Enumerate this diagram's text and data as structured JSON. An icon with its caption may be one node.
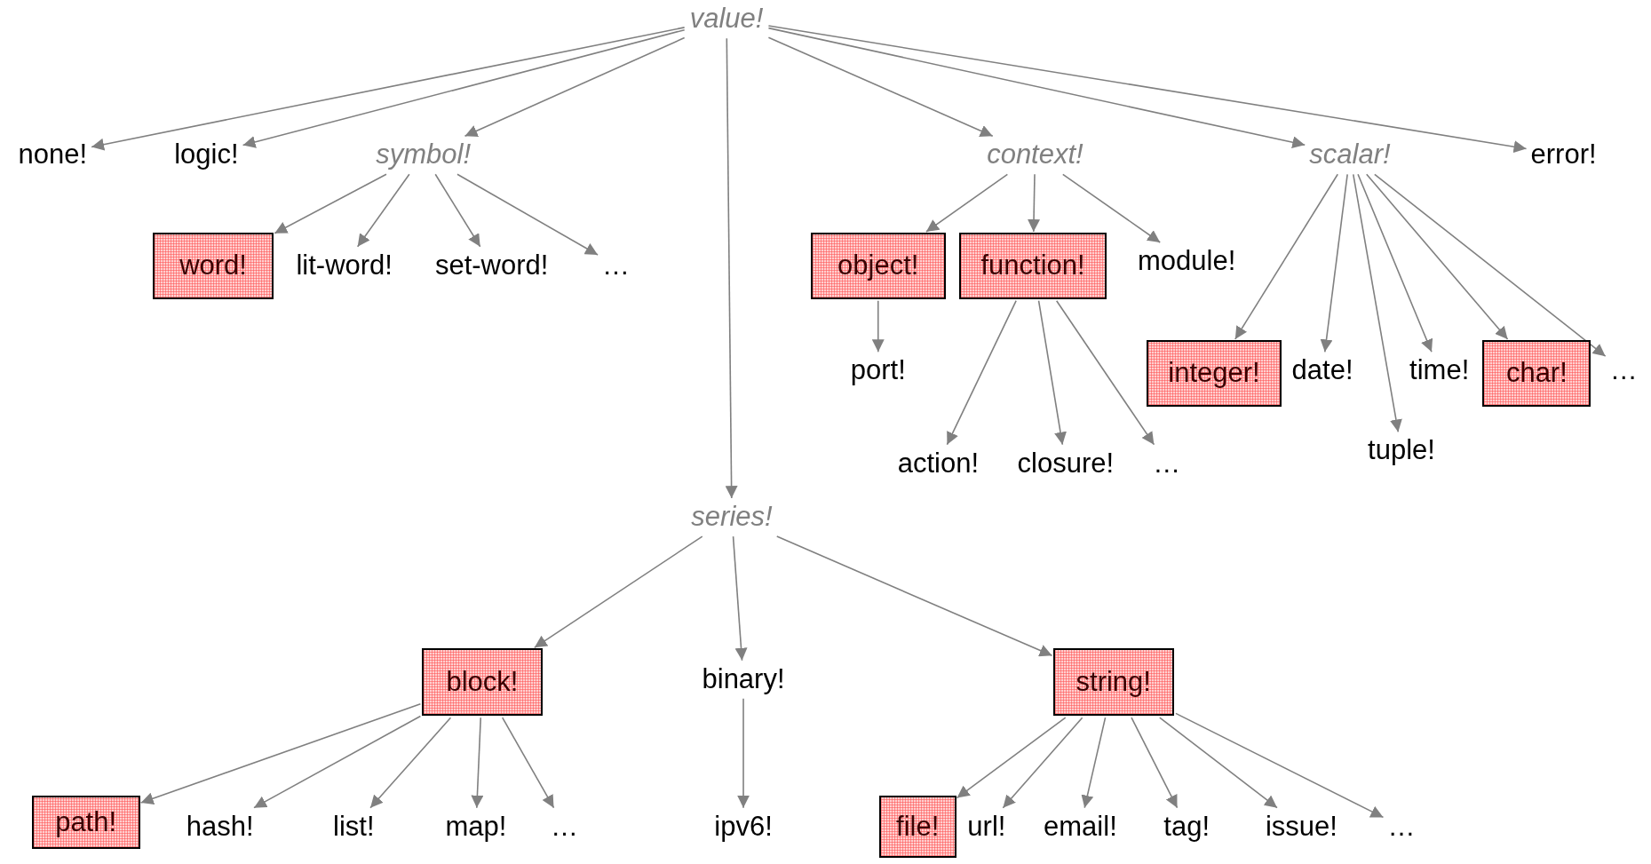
{
  "diagram": {
    "nodes": [
      {
        "text": [
          "value!"
        ]
      },
      {
        "text": [
          "none!"
        ]
      },
      {
        "text": [
          "logic!"
        ]
      },
      {
        "text": [
          "symbol!"
        ]
      },
      {
        "text": [
          "context!"
        ]
      },
      {
        "text": [
          "scalar!"
        ]
      },
      {
        "text": [
          "error!"
        ]
      },
      {
        "text": [
          "word!"
        ]
      },
      {
        "text": [
          "lit-word!"
        ]
      },
      {
        "text": [
          "set-word!"
        ]
      },
      {
        "text": [
          "…"
        ]
      },
      {
        "text": [
          "object!"
        ]
      },
      {
        "text": [
          "function!"
        ]
      },
      {
        "text": [
          "module!"
        ]
      },
      {
        "text": [
          "port!"
        ]
      },
      {
        "text": [
          "action!"
        ]
      },
      {
        "text": [
          "closure!"
        ]
      },
      {
        "text": [
          "…"
        ]
      },
      {
        "text": [
          "integer!"
        ]
      },
      {
        "text": [
          "date!"
        ]
      },
      {
        "text": [
          "time!"
        ]
      },
      {
        "text": [
          "char!"
        ]
      },
      {
        "text": [
          "…"
        ]
      },
      {
        "text": [
          "tuple!"
        ]
      },
      {
        "text": [
          "series!"
        ]
      },
      {
        "text": [
          "block!"
        ]
      },
      {
        "text": [
          "binary!"
        ]
      },
      {
        "text": [
          "string!"
        ]
      },
      {
        "text": [
          "path!"
        ]
      },
      {
        "text": [
          "hash!"
        ]
      },
      {
        "text": [
          "list!"
        ]
      },
      {
        "text": [
          "map!"
        ]
      },
      {
        "text": [
          "…"
        ]
      },
      {
        "text": [
          "ipv6!"
        ]
      },
      {
        "text": [
          "file!"
        ]
      },
      {
        "text": [
          "url!"
        ]
      },
      {
        "text": [
          "email!"
        ]
      },
      {
        "text": [
          "tag!"
        ]
      },
      {
        "text": [
          "issue!"
        ]
      },
      {
        "text": [
          "…"
        ]
      }
    ],
    "edges": [
      {
        "from": 0,
        "to": 1,
        "arrow": "to"
      },
      {
        "from": 0,
        "to": 2,
        "arrow": "to"
      },
      {
        "from": 0,
        "to": 3,
        "arrow": "to"
      },
      {
        "from": 0,
        "to": 24,
        "arrow": "to"
      },
      {
        "from": 0,
        "to": 4,
        "arrow": "to"
      },
      {
        "from": 0,
        "to": 5,
        "arrow": "to"
      },
      {
        "from": 0,
        "to": 6,
        "arrow": "to"
      },
      {
        "from": 3,
        "to": 7,
        "arrow": "to"
      },
      {
        "from": 3,
        "to": 8,
        "arrow": "to"
      },
      {
        "from": 3,
        "to": 9,
        "arrow": "to"
      },
      {
        "from": 3,
        "to": 10,
        "arrow": "to"
      },
      {
        "from": 4,
        "to": 11,
        "arrow": "to"
      },
      {
        "from": 4,
        "to": 12,
        "arrow": "to"
      },
      {
        "from": 4,
        "to": 13,
        "arrow": "to"
      },
      {
        "from": 11,
        "to": 14,
        "arrow": "to"
      },
      {
        "from": 12,
        "to": 15,
        "arrow": "to"
      },
      {
        "from": 12,
        "to": 16,
        "arrow": "to"
      },
      {
        "from": 12,
        "to": 17,
        "arrow": "to"
      },
      {
        "from": 5,
        "to": 18,
        "arrow": "to"
      },
      {
        "from": 5,
        "to": 19,
        "arrow": "to"
      },
      {
        "from": 5,
        "to": 23,
        "arrow": "to"
      },
      {
        "from": 5,
        "to": 20,
        "arrow": "to"
      },
      {
        "from": 5,
        "to": 21,
        "arrow": "to"
      },
      {
        "from": 5,
        "to": 22,
        "arrow": "to"
      },
      {
        "from": 24,
        "to": 25,
        "arrow": "to"
      },
      {
        "from": 24,
        "to": 26,
        "arrow": "to"
      },
      {
        "from": 24,
        "to": 27,
        "arrow": "to"
      },
      {
        "from": 25,
        "to": 28,
        "arrow": "to"
      },
      {
        "from": 25,
        "to": 29,
        "arrow": "to"
      },
      {
        "from": 25,
        "to": 30,
        "arrow": "to"
      },
      {
        "from": 25,
        "to": 31,
        "arrow": "to"
      },
      {
        "from": 25,
        "to": 32,
        "arrow": "to"
      },
      {
        "from": 26,
        "to": 33,
        "arrow": "to"
      },
      {
        "from": 27,
        "to": 34,
        "arrow": "to"
      },
      {
        "from": 27,
        "to": 35,
        "arrow": "to"
      },
      {
        "from": 27,
        "to": 36,
        "arrow": "to"
      },
      {
        "from": 27,
        "to": 37,
        "arrow": "to"
      },
      {
        "from": 27,
        "to": 38,
        "arrow": "to"
      },
      {
        "from": 27,
        "to": 39,
        "arrow": "to"
      }
    ]
  }
}
